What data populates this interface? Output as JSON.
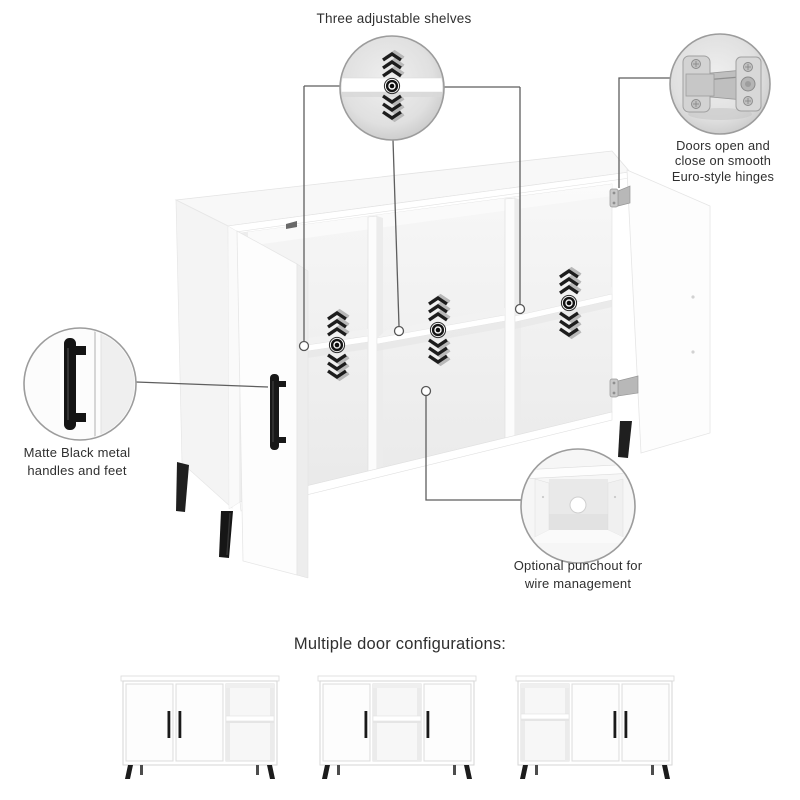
{
  "page": {
    "background": "#ffffff"
  },
  "callouts": {
    "shelves": {
      "label": "Three adjustable shelves",
      "icon": "adjustable-shelf-up-down-arrows"
    },
    "hinges": {
      "label": "Doors open and\nclose on smooth\nEuro-style hinges",
      "icon": "euro-style-hinge"
    },
    "handles": {
      "label": "Matte Black metal\nhandles and feet",
      "icon": "matte-black-bar-handle"
    },
    "punchout": {
      "label": "Optional punchout for\nwire management",
      "icon": "back-panel-punchout-hole"
    }
  },
  "footer": {
    "heading": "Multiple door configurations:",
    "configurations": [
      {
        "cells": [
          "door",
          "door",
          "open-shelf"
        ]
      },
      {
        "cells": [
          "door",
          "open-shelf",
          "door"
        ]
      },
      {
        "cells": [
          "open-shelf",
          "door",
          "door"
        ]
      }
    ]
  },
  "colors": {
    "text": "#2f2f2f",
    "connector_line": "#5e5e5e",
    "lens_ring": "#9c9c9c",
    "black_metal": "#1a1a1a",
    "cabinet_edge": "#dedede",
    "background": "#ffffff"
  }
}
